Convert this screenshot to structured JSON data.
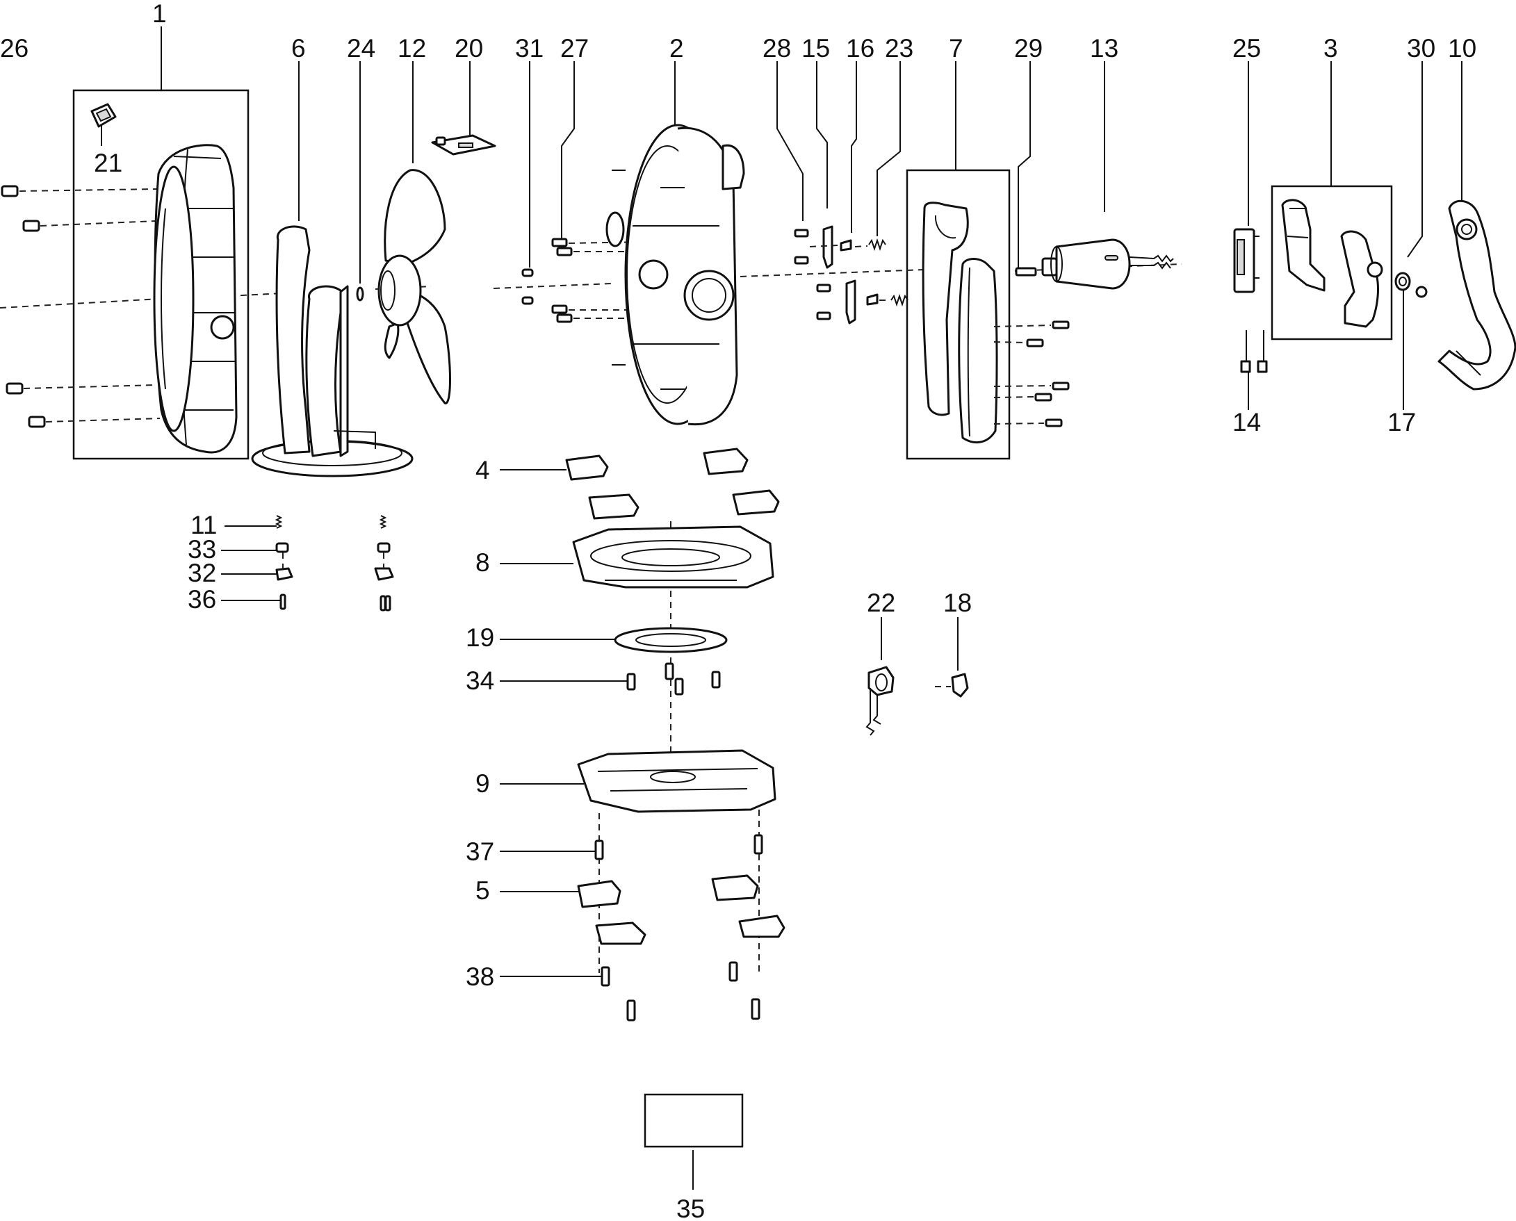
{
  "labels": [
    {
      "id": "l1",
      "text": "1"
    },
    {
      "id": "l2",
      "text": "2"
    },
    {
      "id": "l3",
      "text": "3"
    },
    {
      "id": "l4",
      "text": "4"
    },
    {
      "id": "l5",
      "text": "5"
    },
    {
      "id": "l6",
      "text": "6"
    },
    {
      "id": "l7",
      "text": "7"
    },
    {
      "id": "l8",
      "text": "8"
    },
    {
      "id": "l9",
      "text": "9"
    },
    {
      "id": "l10",
      "text": "10"
    },
    {
      "id": "l11",
      "text": "11"
    },
    {
      "id": "l12",
      "text": "12"
    },
    {
      "id": "l13",
      "text": "13"
    },
    {
      "id": "l14",
      "text": "14"
    },
    {
      "id": "l15",
      "text": "15"
    },
    {
      "id": "l16",
      "text": "16"
    },
    {
      "id": "l17",
      "text": "17"
    },
    {
      "id": "l18",
      "text": "18"
    },
    {
      "id": "l19",
      "text": "19"
    },
    {
      "id": "l20",
      "text": "20"
    },
    {
      "id": "l21",
      "text": "21"
    },
    {
      "id": "l22",
      "text": "22"
    },
    {
      "id": "l23",
      "text": "23"
    },
    {
      "id": "l24",
      "text": "24"
    },
    {
      "id": "l25",
      "text": "25"
    },
    {
      "id": "l26",
      "text": "26"
    },
    {
      "id": "l27",
      "text": "27"
    },
    {
      "id": "l28",
      "text": "28"
    },
    {
      "id": "l29",
      "text": "29"
    },
    {
      "id": "l30",
      "text": "30"
    },
    {
      "id": "l31",
      "text": "31"
    },
    {
      "id": "l32",
      "text": "32"
    },
    {
      "id": "l33",
      "text": "33"
    },
    {
      "id": "l34",
      "text": "34"
    },
    {
      "id": "l35",
      "text": "35"
    },
    {
      "id": "l36",
      "text": "36"
    },
    {
      "id": "l37",
      "text": "37"
    },
    {
      "id": "l38",
      "text": "38"
    }
  ]
}
